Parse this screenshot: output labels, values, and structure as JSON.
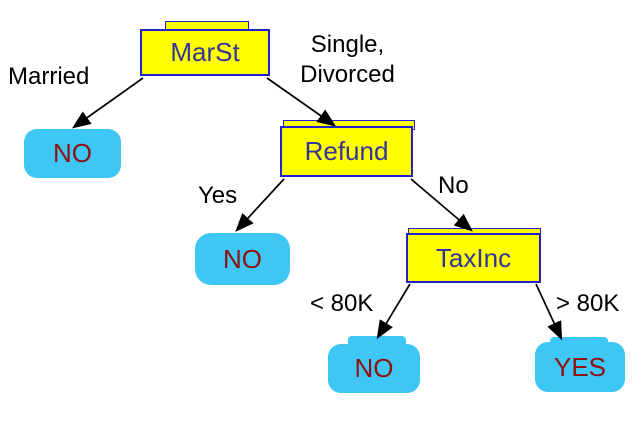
{
  "diagram": {
    "type": "decision-tree",
    "background": "#ffffff",
    "colors": {
      "decision_fill": "#ffff00",
      "decision_border": "#2222cc",
      "decision_text": "#333399",
      "leaf_fill": "#3ec7f4",
      "leaf_text": "#8e1111",
      "edge_line": "#000000",
      "edge_label_text": "#000000"
    },
    "nodes": {
      "marst": {
        "label": "MarSt",
        "type": "decision"
      },
      "refund": {
        "label": "Refund",
        "type": "decision"
      },
      "taxinc": {
        "label": "TaxInc",
        "type": "decision"
      },
      "leaf_married": {
        "label": "NO",
        "type": "leaf"
      },
      "leaf_refund_yes": {
        "label": "NO",
        "type": "leaf"
      },
      "leaf_low_income": {
        "label": "NO",
        "type": "leaf"
      },
      "leaf_high_income": {
        "label": "YES",
        "type": "leaf"
      }
    },
    "edges": {
      "married": {
        "from": "MarSt",
        "to": "NO",
        "label": "Married"
      },
      "single_divorced": {
        "from": "MarSt",
        "to": "Refund",
        "label": "Single,\nDivorced"
      },
      "yes": {
        "from": "Refund",
        "to": "NO",
        "label": "Yes"
      },
      "no": {
        "from": "Refund",
        "to": "TaxInc",
        "label": "No"
      },
      "lt_80k": {
        "from": "TaxInc",
        "to": "NO",
        "label": "< 80K"
      },
      "gt_80k": {
        "from": "TaxInc",
        "to": "YES",
        "label": "> 80K"
      }
    }
  }
}
